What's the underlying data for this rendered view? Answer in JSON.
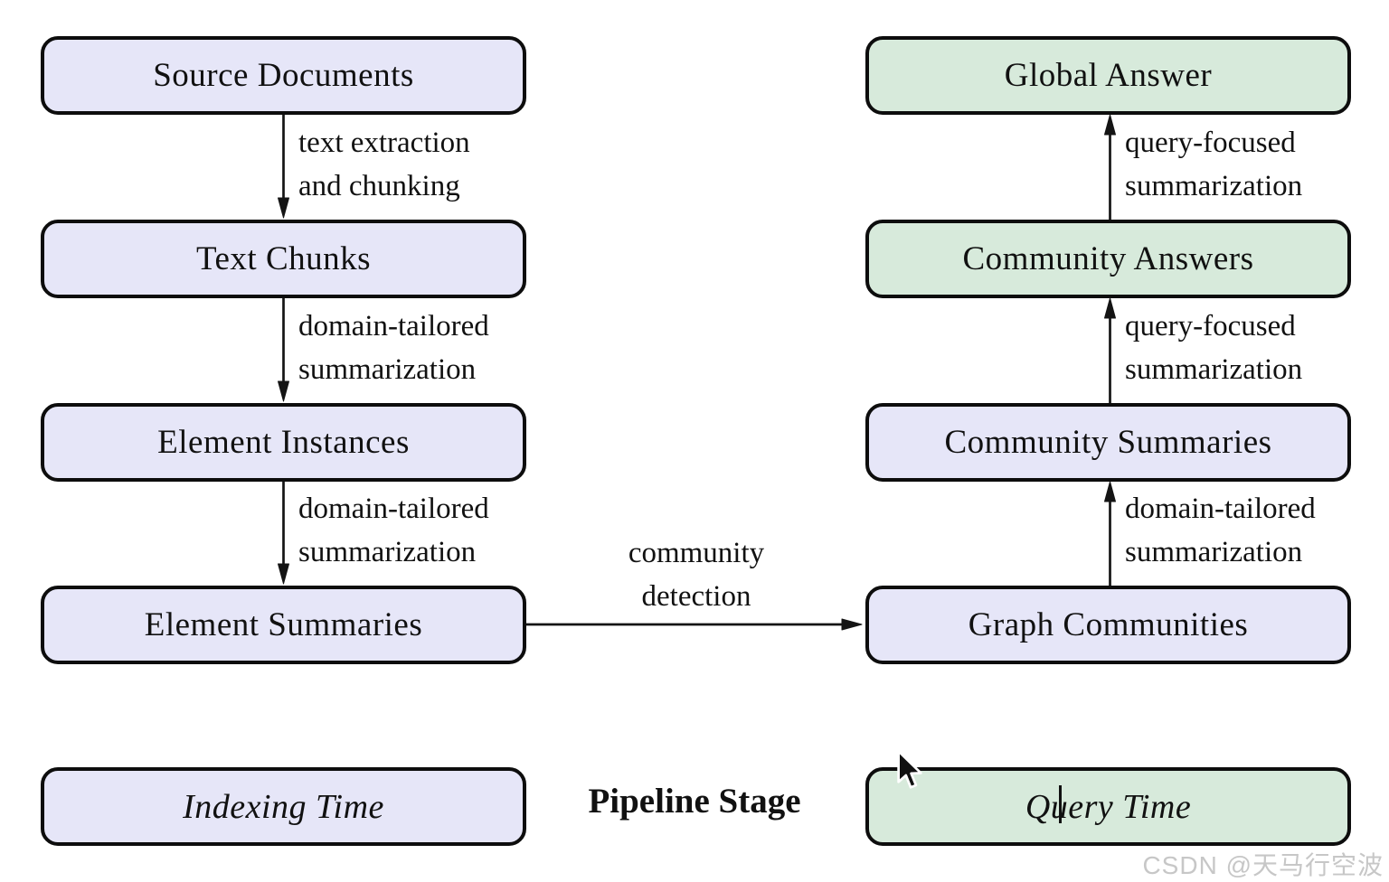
{
  "nodes": {
    "source_documents": {
      "label": "Source Documents",
      "stage": "indexing"
    },
    "text_chunks": {
      "label": "Text Chunks",
      "stage": "indexing"
    },
    "element_instances": {
      "label": "Element Instances",
      "stage": "indexing"
    },
    "element_summaries": {
      "label": "Element Summaries",
      "stage": "indexing"
    },
    "graph_communities": {
      "label": "Graph Communities",
      "stage": "indexing"
    },
    "community_summaries": {
      "label": "Community Summaries",
      "stage": "indexing"
    },
    "community_answers": {
      "label": "Community Answers",
      "stage": "query"
    },
    "global_answer": {
      "label": "Global Answer",
      "stage": "query"
    }
  },
  "edges": {
    "source_to_chunks": {
      "lines": [
        "text extraction",
        "and chunking"
      ]
    },
    "chunks_to_instances": {
      "lines": [
        "domain-tailored",
        "summarization"
      ]
    },
    "instances_to_summaries": {
      "lines": [
        "domain-tailored",
        "summarization"
      ]
    },
    "summaries_to_communities": {
      "lines": [
        "community",
        "detection"
      ]
    },
    "communities_to_csummaries": {
      "lines": [
        "domain-tailored",
        "summarization"
      ]
    },
    "csummaries_to_answers": {
      "lines": [
        "query-focused",
        "summarization"
      ]
    },
    "answers_to_global": {
      "lines": [
        "query-focused",
        "summarization"
      ]
    }
  },
  "legend": {
    "indexing_label": "Indexing Time",
    "stage_label": "Pipeline Stage",
    "query_label": "Query Time"
  },
  "watermark": "CSDN @天马行空波",
  "colors": {
    "indexing_fill": "#E6E6F8",
    "query_fill": "#D7EADB",
    "border": "#0d0d0d",
    "watermark": "#c7c7c7"
  }
}
